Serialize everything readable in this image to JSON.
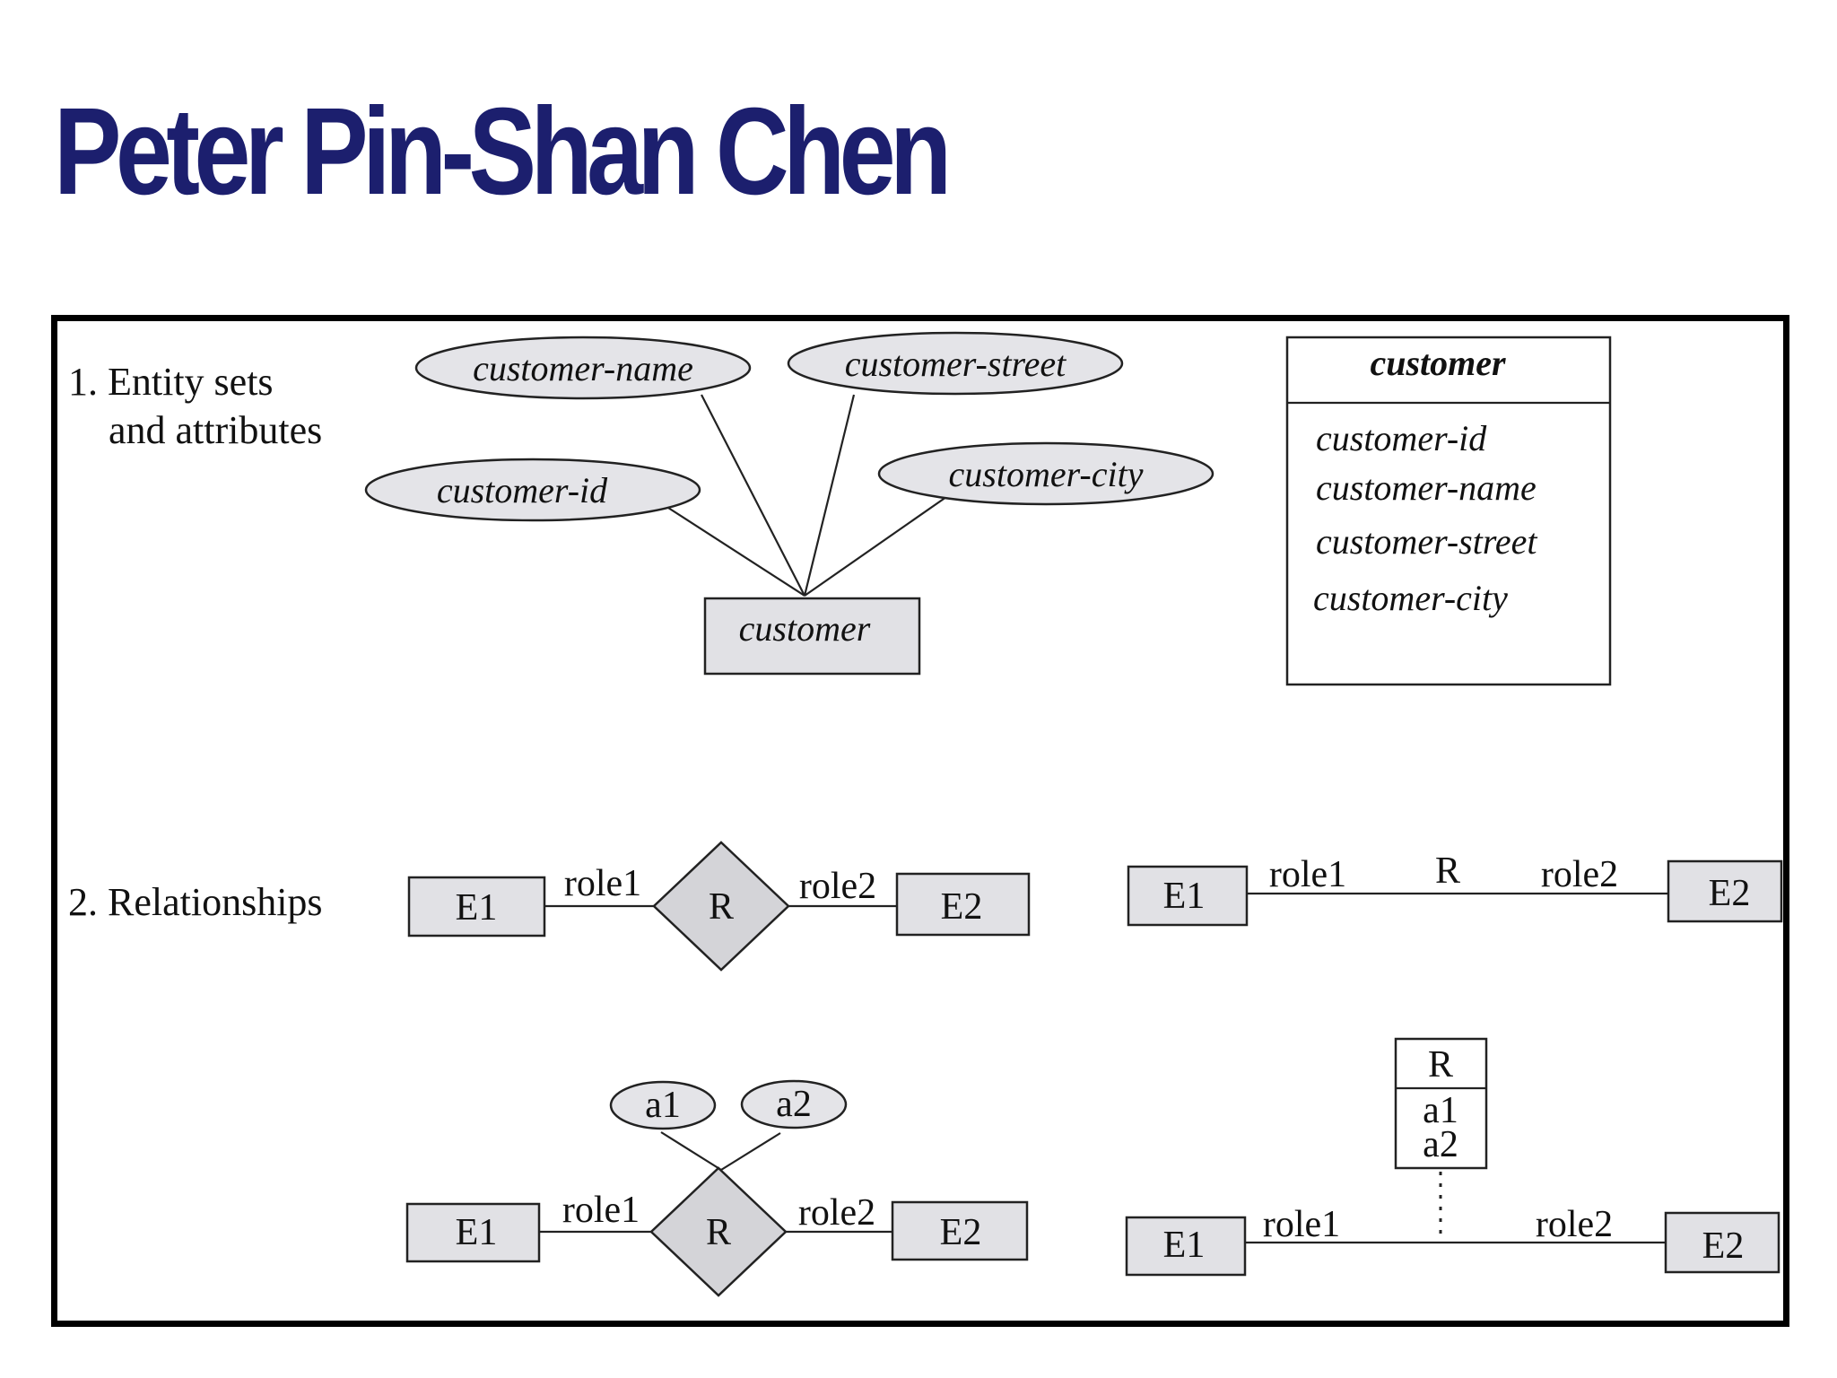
{
  "title": "Peter Pin-Shan Chen",
  "section1": {
    "line1": "1. Entity sets",
    "line2": "and attributes"
  },
  "section2": {
    "label": "2. Relationships"
  },
  "er": {
    "attr_name": "customer-name",
    "attr_street": "customer-street",
    "attr_id": "customer-id",
    "attr_city": "customer-city",
    "entity": "customer"
  },
  "uml": {
    "class_name": "customer",
    "attributes": [
      "customer-id",
      "customer-name",
      "customer-street",
      "customer-city"
    ]
  },
  "rel1": {
    "e1": "E1",
    "role1": "role1",
    "r": "R",
    "role2": "role2",
    "e2": "E2"
  },
  "rel2": {
    "e1": "E1",
    "role1": "role1",
    "r": "R",
    "role2": "role2",
    "e2": "E2"
  },
  "rel3": {
    "a1": "a1",
    "a2": "a2",
    "e1": "E1",
    "role1": "role1",
    "r": "R",
    "role2": "role2",
    "e2": "E2"
  },
  "rel4": {
    "r": "R",
    "a1": "a1",
    "a2": "a2",
    "e1": "E1",
    "role1": "role1",
    "role2": "role2",
    "e2": "E2"
  }
}
